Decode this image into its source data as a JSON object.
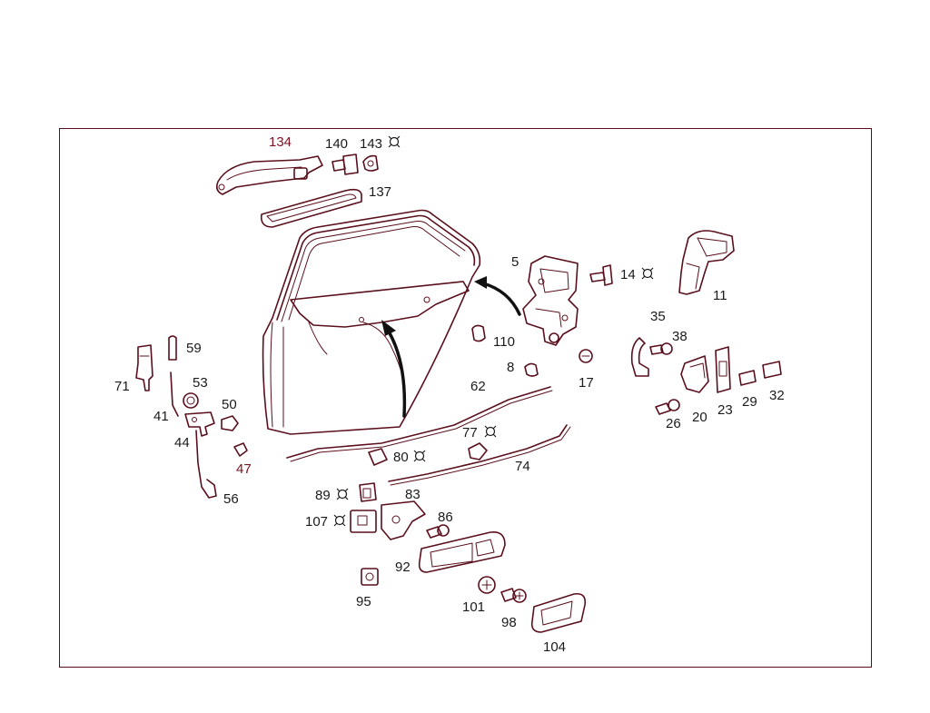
{
  "accent_color": "#5a0f1c",
  "labels": {
    "p134": "134",
    "p140": "140",
    "p143": "143",
    "p137": "137",
    "p5": "5",
    "p14": "14",
    "p11": "11",
    "p59": "59",
    "p71": "71",
    "p53": "53",
    "p41": "41",
    "p50": "50",
    "p44": "44",
    "p47": "47",
    "p56": "56",
    "p110": "110",
    "p8": "8",
    "p17": "17",
    "p62": "62",
    "p35": "35",
    "p38": "38",
    "p26": "26",
    "p20": "20",
    "p23": "23",
    "p29": "29",
    "p32": "32",
    "p77": "77",
    "p80": "80",
    "p74": "74",
    "p89": "89",
    "p83": "83",
    "p107": "107",
    "p86": "86",
    "p92": "92",
    "p95": "95",
    "p101": "101",
    "p98": "98",
    "p104": "104"
  },
  "marked_parts": [
    "143",
    "14",
    "77",
    "80",
    "89",
    "107"
  ]
}
